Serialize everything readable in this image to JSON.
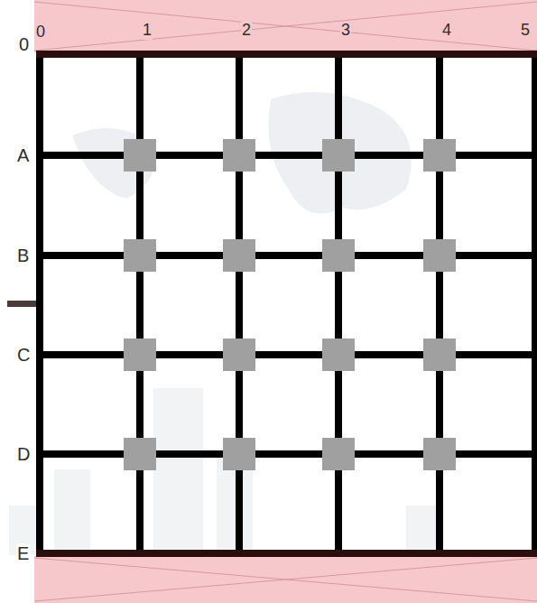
{
  "diagram": {
    "labels": [
      "0",
      "1",
      "2",
      "3",
      "4",
      "5",
      "0",
      "A",
      "B",
      "C",
      "D",
      "E"
    ]
  }
}
